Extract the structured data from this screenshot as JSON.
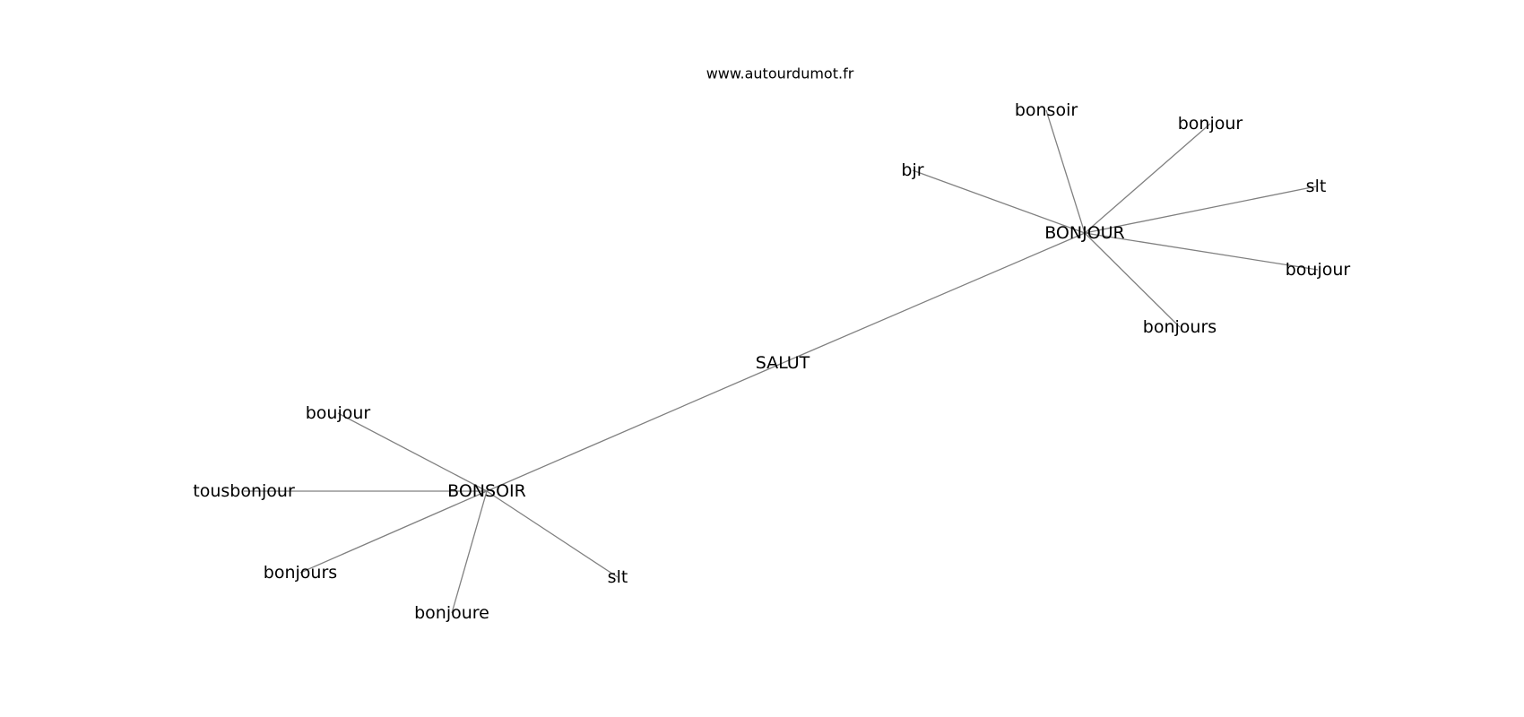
{
  "watermark": "www.autourdumot.fr",
  "colors": {
    "edge": "#808080",
    "text": "#000000",
    "background": "#ffffff"
  },
  "graph": {
    "nodes": [
      {
        "id": "salut",
        "label": "SALUT"
      },
      {
        "id": "bonjour-hub",
        "label": "BONJOUR"
      },
      {
        "id": "bonsoir-hub",
        "label": "BONSOIR"
      },
      {
        "id": "bonsoir-leaf",
        "label": "bonsoir"
      },
      {
        "id": "bonjour-leaf",
        "label": "bonjour"
      },
      {
        "id": "bjr",
        "label": "bjr"
      },
      {
        "id": "slt-top",
        "label": "slt"
      },
      {
        "id": "boujour-top",
        "label": "boujour"
      },
      {
        "id": "bonjours-top",
        "label": "bonjours"
      },
      {
        "id": "boujour-bottom",
        "label": "boujour"
      },
      {
        "id": "tousbonjour",
        "label": "tousbonjour"
      },
      {
        "id": "bonjours-bottom",
        "label": "bonjours"
      },
      {
        "id": "bonjoure",
        "label": "bonjoure"
      },
      {
        "id": "slt-bottom",
        "label": "slt"
      }
    ],
    "edges": [
      [
        "salut",
        "bonjour-hub"
      ],
      [
        "salut",
        "bonsoir-hub"
      ],
      [
        "bonjour-hub",
        "bonsoir-leaf"
      ],
      [
        "bonjour-hub",
        "bonjour-leaf"
      ],
      [
        "bonjour-hub",
        "bjr"
      ],
      [
        "bonjour-hub",
        "slt-top"
      ],
      [
        "bonjour-hub",
        "boujour-top"
      ],
      [
        "bonjour-hub",
        "bonjours-top"
      ],
      [
        "bonsoir-hub",
        "boujour-bottom"
      ],
      [
        "bonsoir-hub",
        "tousbonjour"
      ],
      [
        "bonsoir-hub",
        "bonjours-bottom"
      ],
      [
        "bonsoir-hub",
        "bonjoure"
      ],
      [
        "bonsoir-hub",
        "slt-bottom"
      ]
    ]
  }
}
